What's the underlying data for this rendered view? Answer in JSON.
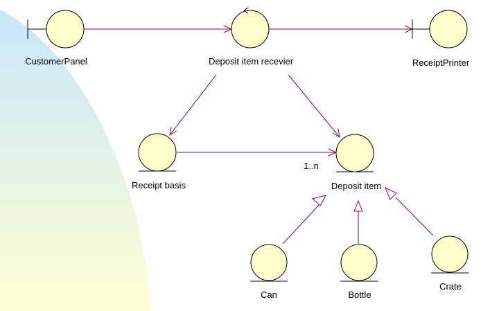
{
  "diagram": {
    "nodes": {
      "customer_panel": {
        "label": "CustomerPanel",
        "kind": "boundary"
      },
      "deposit_item_receiver": {
        "label": "Deposit item recevier",
        "kind": "control"
      },
      "receipt_printer": {
        "label": "ReceiptPrinter",
        "kind": "boundary"
      },
      "receipt_basis": {
        "label": "Receipt basis",
        "kind": "entity"
      },
      "deposit_item": {
        "label": "Deposit item",
        "kind": "entity"
      },
      "can": {
        "label": "Can",
        "kind": "entity"
      },
      "bottle": {
        "label": "Bottle",
        "kind": "entity"
      },
      "crate": {
        "label": "Crate",
        "kind": "entity"
      }
    },
    "multiplicity_label": "1..n"
  },
  "colors": {
    "node_fill": "#ffffcc",
    "node_stroke": "#000000",
    "connector": "#99004d",
    "background_gradient": [
      "#c8e6fa",
      "#ffffd2"
    ]
  }
}
